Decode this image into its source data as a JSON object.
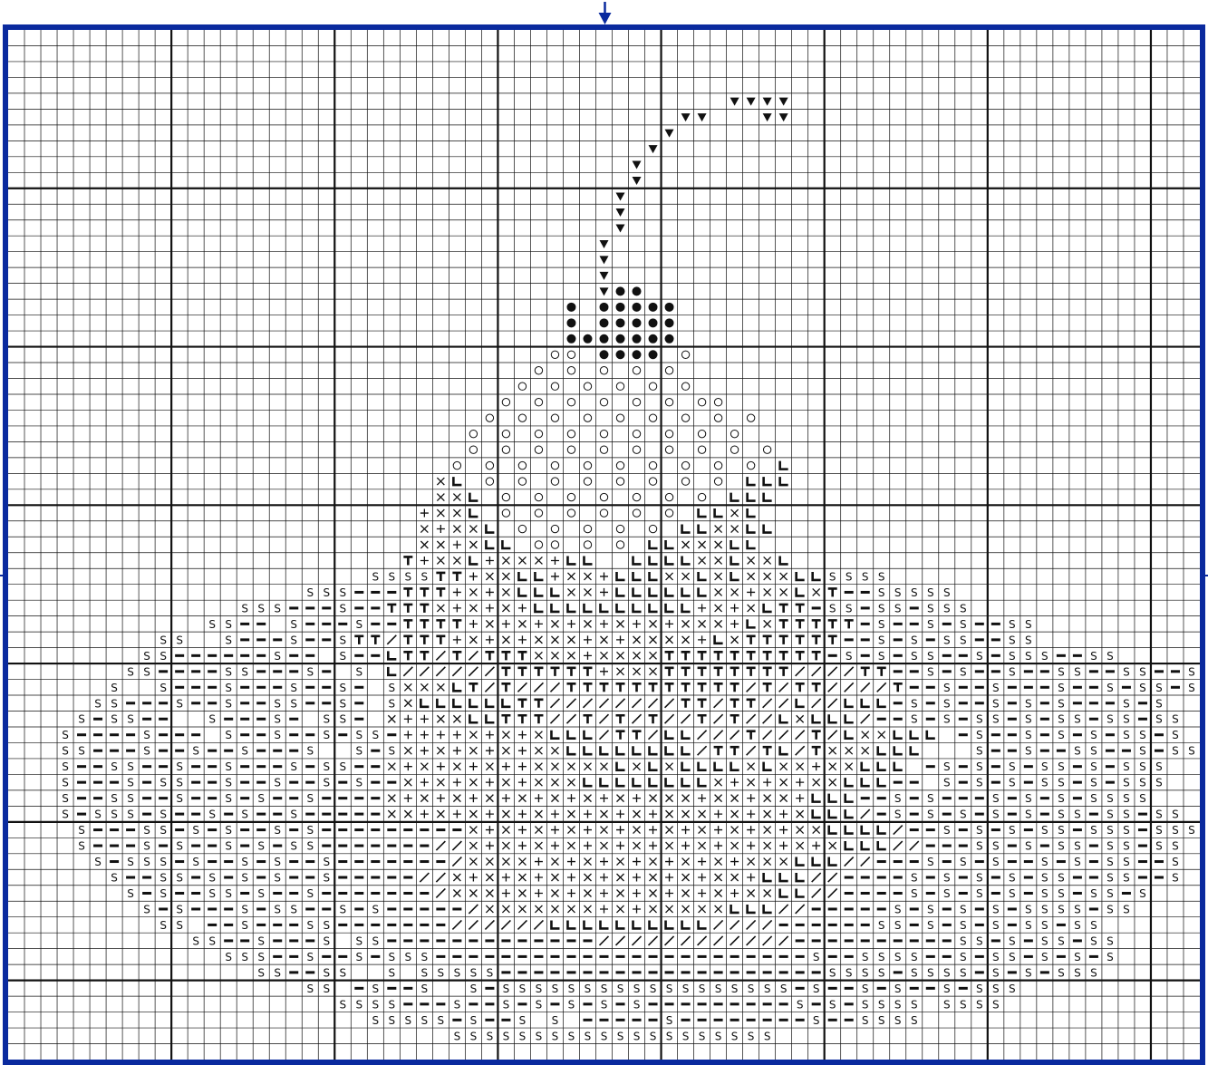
{
  "pattern": {
    "cols": 73,
    "rows": 65,
    "colors": {
      "frame": "#0a2a9e",
      "grid_fine": "#111111",
      "grid_major": "#111111",
      "symbol": "#111111",
      "marker": "#0a2a9e"
    },
    "center_markers": [
      "top-center-arrow",
      "left-center-tick",
      "right-center-tick"
    ],
    "symbol_legend": {
      "V": "filled-triangle-down",
      "O": "large-filled-dot",
      "o": "open-circle",
      ".": "small-dot",
      "S": "letter-S",
      "-": "short-bar",
      "L": "bold-L",
      "T": "bold-T",
      "/": "slash",
      "x": "cross-x",
      "+": "plus"
    },
    "grid_rows": [
      ".........................................................................",
      ".........................................................................",
      ".........................................................................",
      ".........................................................................",
      "............................................VVVV.........................",
      ".........................................VV...VV.........................",
      "........................................V................................",
      ".......................................V.................................",
      "......................................V..................................",
      "......................................V..................................",
      ".....................................V...................................",
      ".....................................V...................................",
      ".....................................V...................................",
      "....................................V....................................",
      "....................................V....................................",
      "....................................V....................................",
      "....................................VOO..................................",
      "..................................O.OOOOO................................",
      "..................................O.OOOOO................................",
      "..................................OOOOOOO................................",
      ".................................oo.OOOO.o...............................",
      "................................o.o.o.o.o................................",
      "...............................o.o.o.o.o.o...............................",
      "..............................o.o.o.o.o.o.oo.............................",
      ".............................o.o.o.o.o.o.o.o.o...........................",
      "............................o.o.o.o.o.o.o.o.o............................",
      "............................o.o.o.o.o.o.o.o.o.o..........................",
      "...........................o.o.o.o.o.o.o.o.o.o.L.........................",
      "..........................xL.o.o.o.o.o.o.o.o.LLL.........................",
      "..........................xxL.o.o.o.o.o.o.o.LLL..........................",
      ".........................+xxL.o.o.o.o.o.o.LLxL...........................",
      ".........................x+xxL.o.o.o.o.o.LLxxLL..........................",
      ".........................xx+xLL.oo.o.o.LLxxxLL...........................",
      "........................T+xxL+xxx+LL..LLLLxxLxxL.........................",
      "......................SSSSTT+xxLL+xx+LLLxxLxLxxxLLSSSS...................",
      "..................SSS---TTT+x+xLLLxx+LLLLLLxx+xxLxT--SSSSS................",
      "..............SSS---S--TTTx+x+x+LLLLLLLLLL+x+xLTT-SS-SS-SSS...............",
      "............SS--.S---S--TTTT+x+x+x+x+x+x+xxx+LxTTTTT-S--S-S--SS...........",
      ".........SS..S---S--STT/TTT+x+x+xxx+x+xxxx+LxTTTTTT--S-S-SS--SS..........",
      "........SS------S--.S--LTT/T/TTTxxx+xxxxTTTTTTTTTT-S-S-SS--S-SSS--SS.........",
      ".......SS----SS---S-.S.L//////TTTTTT+xxxTTTTTTTT////TT--S-S--S--SS--SS--S.....",
      "......S..S---S---S--S-.SxxxLT/T///TTTTTTTTTTT/T/TT////T--S--S---S--S-SS-S....",
      ".....SS---S--S--SS--S-.SxLLLLLLTT////////TT/TT//L//LLL-S-S--S-S-S---S-S.",
      "....S-SS--..S---S-.SS-.x++xxLLTTT//T/T/T//T/T//LxLLL/--S-S-SS-S-SS-SS-SS",
      "...S----S---.S--S--S-SS-++++x+x+xLLL/TT/LL///T///T/LxxLLL.-S--S-S-S-SS-S",
      "...SS---S--S--S---S..S-Sx+x+x+x+xxLLLLLLLL/TT/TL/TxxxLLL...S--S--SS--S-SSS",
      "...S--SS--S--S---S-SS--x+x+x+x++xxxxxLxLxLLLLxLxx+xxLLL.-S-S-S-SS-S-SSS",
      "...S---S-SS--S--S--S-S--x+x+x+x+xxxLLLLLLLLx+x+x+xxLLL--.S-S-S-SS-S-SSS",
      "...S--SS--S--S-S--S----x+x+x+x+x+x+x+x+xxx+xx+xx+LLL--S-S---S-S-S-SSSS",
      "...S-SSS-S--S-S--S-----xx+x+x+x+x+x+x+x+xxx+x+x+xLLL/-S-S-S-S-S-SS-SS-SS",
      "....S---SS-S-S--S-S---------x+x+x+x+x+x+x+x+x+x+xxLLLL/--S-S-S-SS-SSS-SSS",
      "....S---S-S--S-S-SS-------//x+x+x+x+x+x+x+x+x+x+x+xLLL//---SS-S-SS-SS-SS",
      ".....S-SSS-S--S-S--S-------/xxxx+x+x+x+x+x+x+xxxLLL//---S-S-S--S-S-SS--S",
      "......S--SS-S-S-S--S-----//x+x+x+x+x+x+x+x+xx+LLL//----S-S-S-S-SS--SS--S",
      ".......S-S--SS-S--S-------/xxx+x+x+x+x+x+x+x+xxLL//----S-S-S-S-SS-SS-S.",
      "........S-S---S-SS--S-S-----/xxxxxxx+x+xxxxxLLL//-----S-S-S-S-SSSS-SS.",
      ".........SS.--S---SS-------//////LLLLLLLLLL////------SS-S-S-S-SS-SS....",
      "...........SS--S---S.SS-------------////////////----------SS-S-SS-SS.......",
      ".............SSS--S--S-SSS-----------------------S--SSSS--S-SS-S-S-S.......",
      "...............SS--SS..S.SSSSS--------------------SSSS-SSSS-S-S-SSS........",
      "..................SS.-S--S..S-SSSSSSSSSSSSSSSSSS-S--S-S--S-SSS.............",
      "....................SSSS---S--S-S-S-S-S---------S-S-SSSS.SSSS..............",
      "......................SSSSS-S--S.S.-----S--------S--SSSS...................",
      "...........................SSSSSSSSSSSSSSSSSSSS...........................",
      "........................................................................."
    ]
  }
}
